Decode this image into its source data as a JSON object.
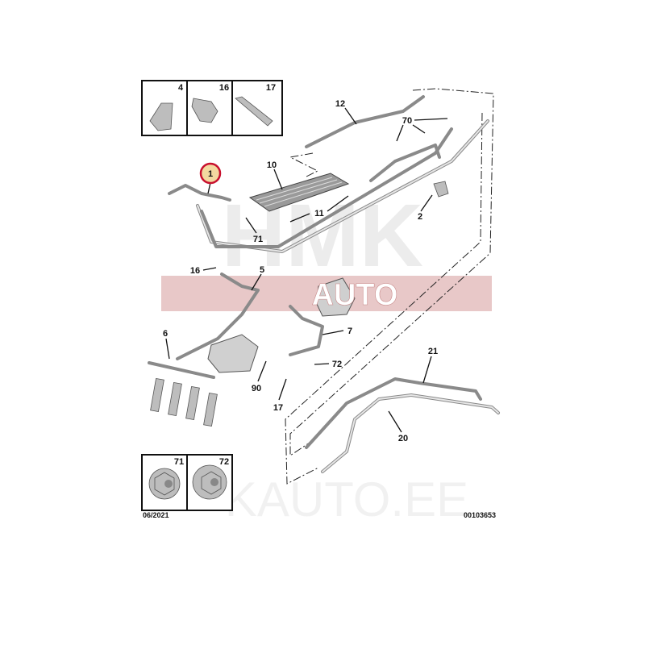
{
  "watermark": {
    "logo_top": "HMK",
    "logo_band": "AUTO",
    "site": "KAUTO.EE",
    "band_color": "#d9a3a3",
    "accent_color": "#b40000"
  },
  "inset_top": [
    {
      "ref": "4"
    },
    {
      "ref": "16"
    },
    {
      "ref": "17"
    }
  ],
  "inset_bottom": [
    {
      "ref": "71"
    },
    {
      "ref": "72"
    }
  ],
  "callouts": {
    "highlighted": "1",
    "p12": "12",
    "p70": "70",
    "p10": "10",
    "p11": "11",
    "p2": "2",
    "p71": "71",
    "p16": "16",
    "p5": "5",
    "p6": "6",
    "p7": "7",
    "p72": "72",
    "p90": "90",
    "p17": "17",
    "p21": "21",
    "p20": "20"
  },
  "highlight_color": "#c8102e",
  "footer": {
    "date": "06/2021",
    "code": "00103653"
  }
}
